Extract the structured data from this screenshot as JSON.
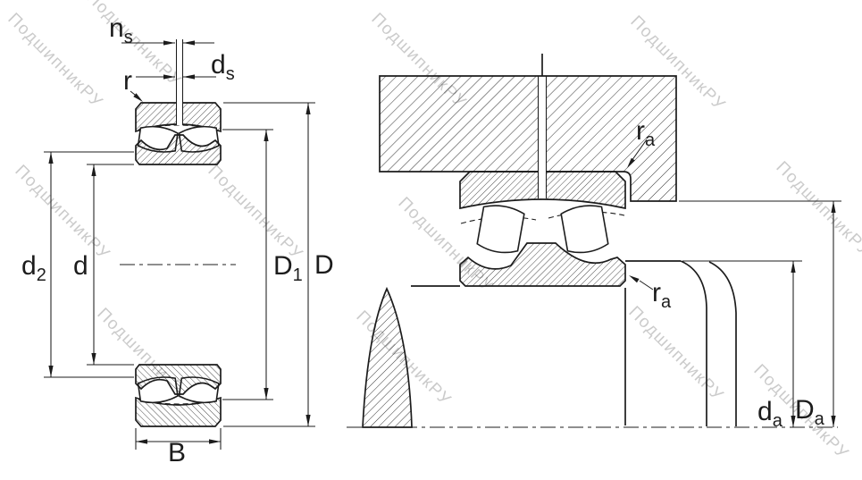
{
  "watermark": {
    "text": "ПодшипникРУ"
  },
  "left_view": {
    "labels": {
      "ns": {
        "main": "n",
        "sub": "s"
      },
      "ds": {
        "main": "d",
        "sub": "s"
      },
      "r": {
        "main": "r",
        "sub": ""
      },
      "d2": {
        "main": "d",
        "sub": "2"
      },
      "d": {
        "main": "d",
        "sub": ""
      },
      "D1": {
        "main": "D",
        "sub": "1"
      },
      "D": {
        "main": "D",
        "sub": ""
      },
      "B": {
        "main": "B",
        "sub": ""
      }
    }
  },
  "right_view": {
    "labels": {
      "ra_top": {
        "main": "r",
        "sub": "a"
      },
      "ra_bottom": {
        "main": "r",
        "sub": "a"
      },
      "da": {
        "main": "d",
        "sub": "a"
      },
      "Da": {
        "main": "D",
        "sub": "a"
      }
    }
  },
  "colors": {
    "line": "#1c1c1c",
    "watermark": "#c9c9c9",
    "background": "#ffffff"
  }
}
